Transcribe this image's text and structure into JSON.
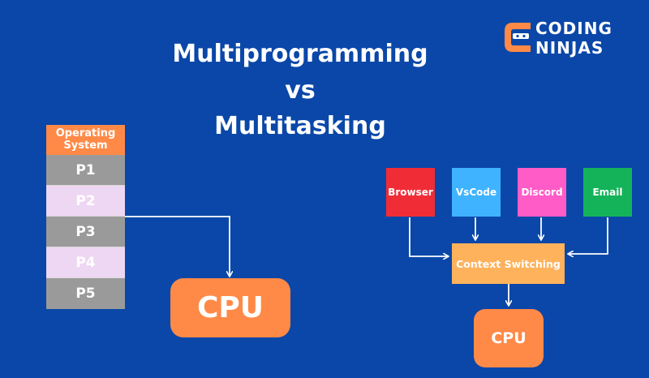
{
  "title": {
    "line1": "Multiprogramming",
    "line2": "vs",
    "line3": "Multitasking"
  },
  "logo": {
    "line1": "CODING",
    "line2": "NINJAS",
    "icon": "ninja-logo-icon",
    "color": "#ff8a47"
  },
  "multiprogramming": {
    "os_label_1": "Operating",
    "os_label_2": "System",
    "processes": [
      "P1",
      "P2",
      "P3",
      "P4",
      "P5"
    ],
    "cpu_label": "CPU"
  },
  "multitasking": {
    "apps": [
      {
        "label": "Browser",
        "color": "#f02d37"
      },
      {
        "label": "VsCode",
        "color": "#3fb3ff"
      },
      {
        "label": "Discord",
        "color": "#ff5cc8"
      },
      {
        "label": "Email",
        "color": "#14b35a"
      }
    ],
    "context_label": "Context Switching",
    "cpu_label": "CPU"
  },
  "colors": {
    "background": "#0a47a8",
    "accent": "#ff8a47",
    "process_gray": "#9a9a9a",
    "process_pink": "#eed7f2"
  }
}
